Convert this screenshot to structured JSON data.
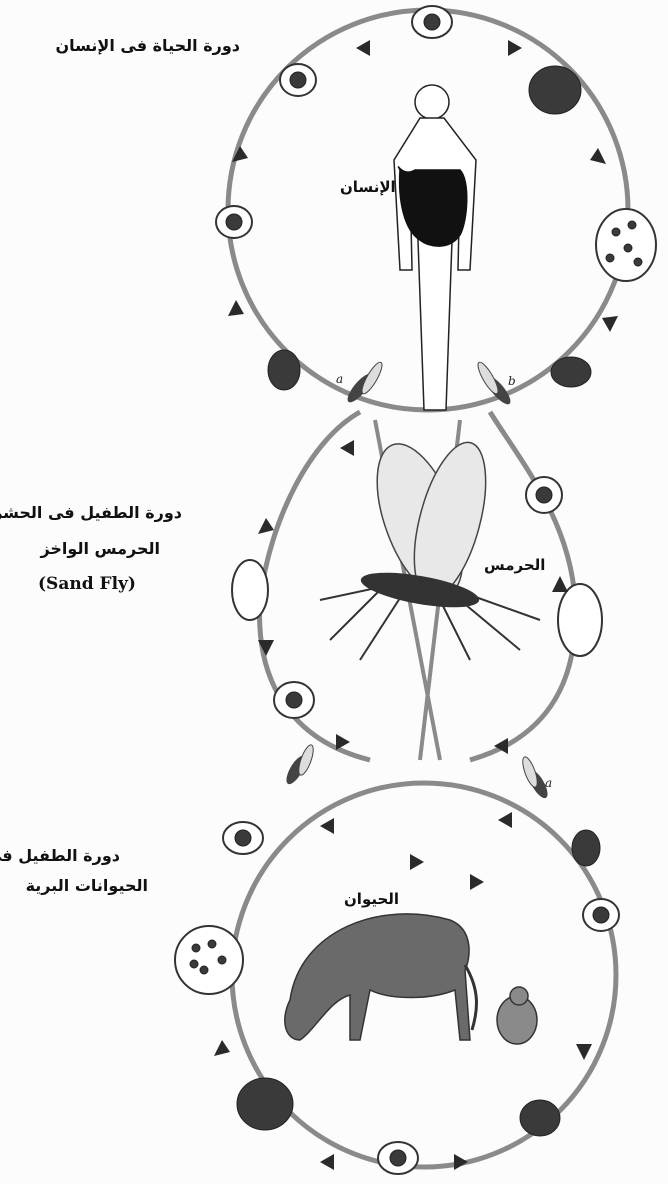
{
  "labels": {
    "human_cycle": "دورة الحياة فى الإنسان",
    "human": "الإنسان",
    "insect_cycle_line1": "دورة الطفيل فى الحشرة",
    "insect_cycle_line2": "الحرمس الواخز",
    "insect_cycle_line3": "(Sand Fly)",
    "sandfly": "الحرمس",
    "animal_cycle_line1": "دورة الطفيل فى",
    "animal_cycle_line2": "الحيوانات البرية",
    "animal": "الحيوان"
  },
  "figure_labels": {
    "a_top": "a",
    "b_top": "b",
    "a_bottom": "a"
  },
  "colors": {
    "line": "#8a8a8a",
    "arrow": "#2a2a2a",
    "cell_fill": "#3a3a3a",
    "ink": "#111111"
  }
}
